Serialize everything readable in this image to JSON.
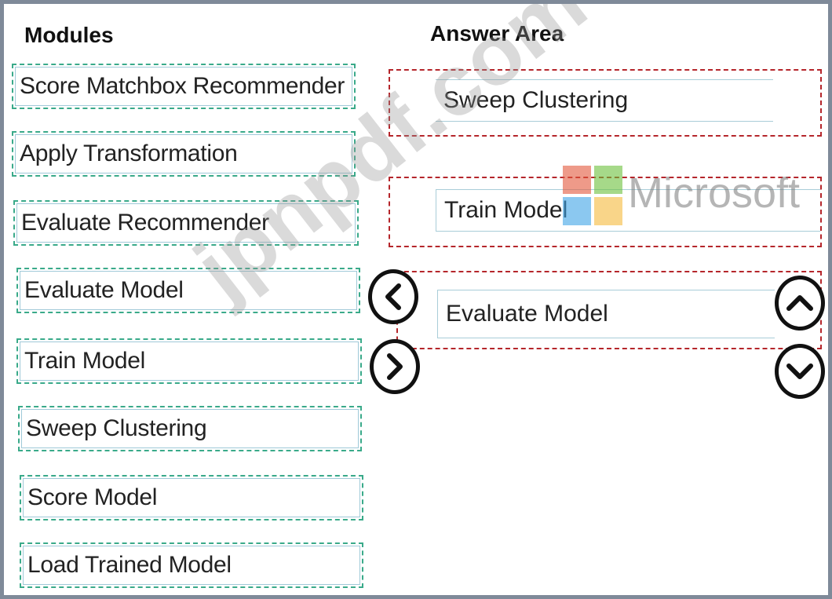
{
  "modules_heading": "Modules",
  "answer_heading": "Answer Area",
  "modules": [
    "Score Matchbox Recommender",
    "Apply Transformation",
    "Evaluate Recommender",
    "Evaluate Model",
    "Train Model",
    "Sweep Clustering",
    "Score Model",
    "Load Trained Model"
  ],
  "answer_slots": [
    "Sweep Clustering",
    "Train Model",
    "Evaluate Model"
  ],
  "watermark": {
    "site": "jpnpdf.com",
    "brand": "Microsoft"
  },
  "controls": {
    "move_left_icon": "chevron-left-icon",
    "move_right_icon": "chevron-right-icon",
    "move_up_icon": "chevron-up-icon",
    "move_down_icon": "chevron-down-icon"
  },
  "colors": {
    "module_border": "#3aaa8a",
    "slot_border": "#b5262b",
    "frame": "#7f8a99"
  }
}
